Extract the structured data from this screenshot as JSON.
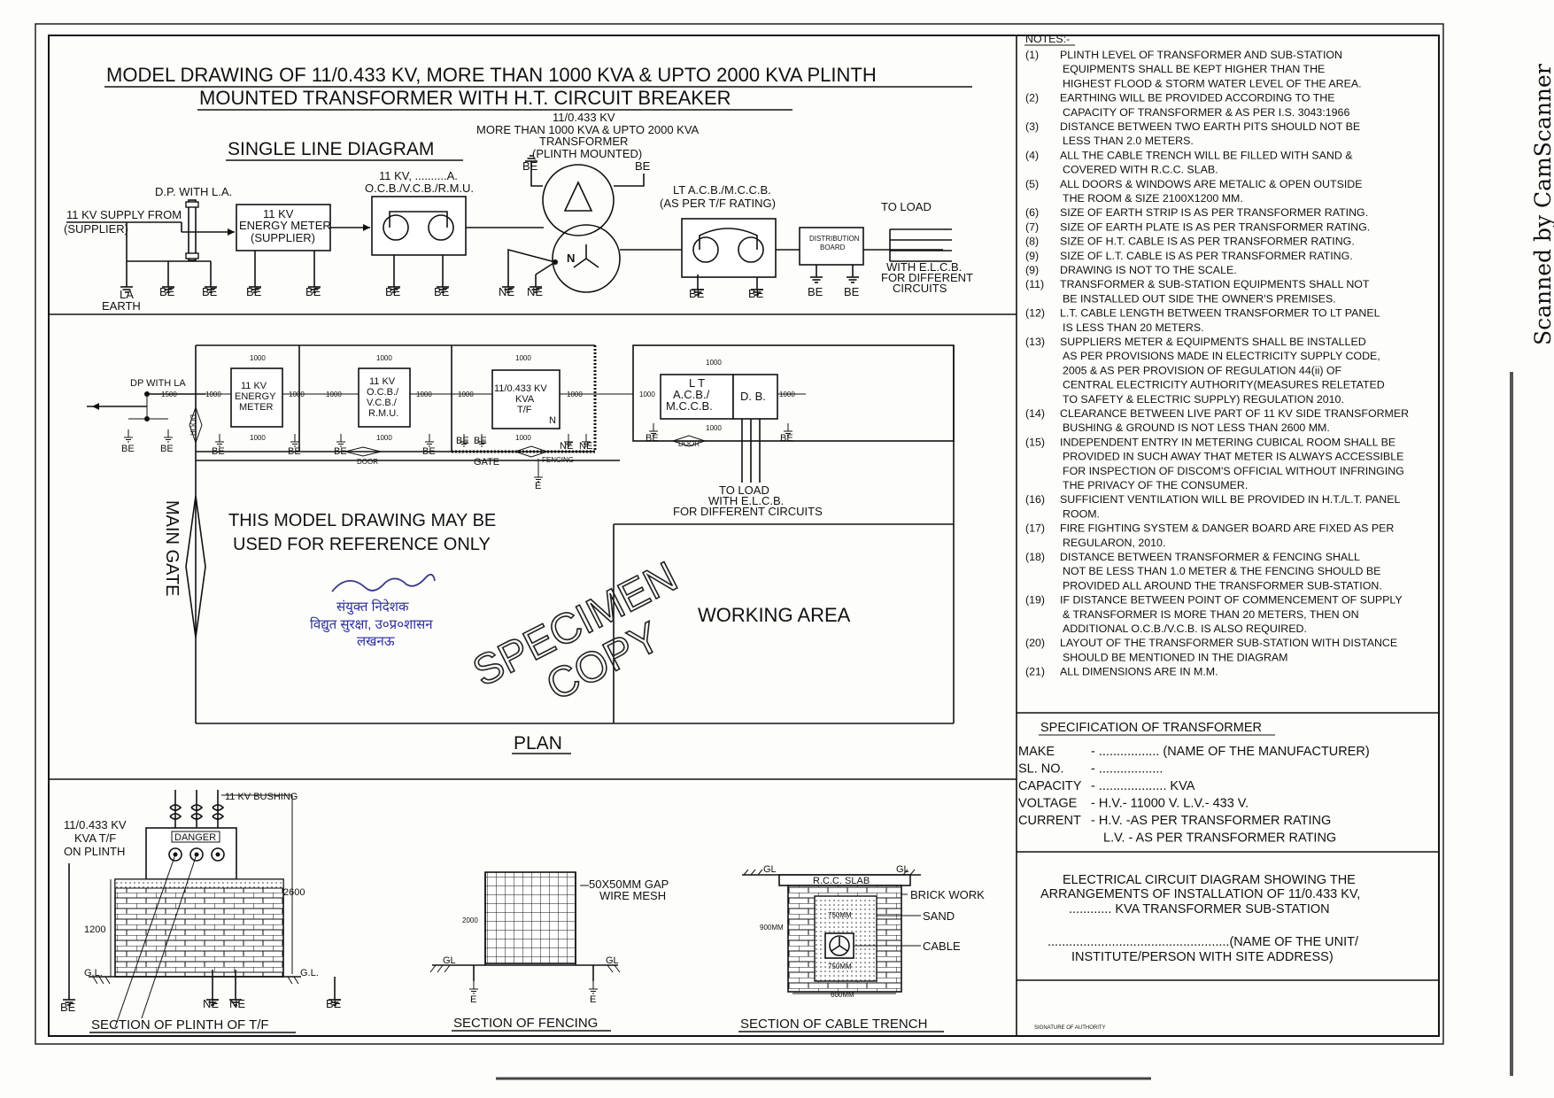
{
  "title": {
    "line1": "MODEL DRAWING OF 11/0.433 KV, MORE THAN 1000 KVA & UPTO 2000 KVA PLINTH",
    "line2": "MOUNTED TRANSFORMER WITH H.T. CIRCUIT BREAKER"
  },
  "sld": {
    "heading": "SINGLE LINE DIAGRAM",
    "supply1": "11 KV SUPPLY FROM",
    "supply2": "(SUPPLIER)",
    "dp": "D.P. WITH L.A.",
    "meter1": "11 KV",
    "meter2": "ENERGY METER",
    "meter3": "(SUPPLIER)",
    "ocb": "11 KV, ..........A.",
    "ocb2": "O.C.B./V.C.B./R.M.U.",
    "tf1": "11/0.433 KV",
    "tf2": "MORE THAN 1000 KVA & UPTO 2000 KVA",
    "tf3": "TRANSFORMER",
    "tf4": "(PLINTH MOUNTED)",
    "acb1": "LT A.C.B./M.C.C.B.",
    "acb2": "(AS PER T/F RATING)",
    "db1": "DISTRIBUTION",
    "db2": "BOARD",
    "toload": "TO LOAD",
    "elcb1": "WITH E.L.C.B.",
    "elcb2": "FOR DIFFERENT",
    "elcb3": "CIRCUITS",
    "la": "LA",
    "earth": "EARTH",
    "be": "BE",
    "ne": "NE",
    "n": "N"
  },
  "plan": {
    "heading": "PLAN",
    "dp": "DP WITH LA",
    "d1000": "1000",
    "d1500": "1500",
    "meter1": "11 KV",
    "meter2": "ENERGY",
    "meter3": "METER",
    "ocb1": "11 KV",
    "ocb2": "O.C.B./",
    "ocb3": "V.C.B./",
    "ocb4": "R.M.U.",
    "tf1": "11/0.433 KV",
    "tf2": "KVA",
    "tf3": "T/F",
    "lt1": "L T",
    "lt2": "A.C.B./",
    "lt3": "M.C.C.B.",
    "db": "D. B.",
    "gate": "GATE",
    "fencing": "FENCING",
    "door": "DOOR",
    "e": "E",
    "toload1": "TO LOAD",
    "toload2": "WITH E.L.C.B.",
    "toload3": "FOR DIFFERENT CIRCUITS",
    "ref1": "THIS MODEL DRAWING MAY BE",
    "ref2": "USED FOR REFERENCE ONLY",
    "maingate": "MAIN GATE",
    "working": "WORKING  AREA",
    "specimen1": "SPECIMEN",
    "specimen2": "COPY",
    "stamp1": "संयुक्त निदेशक",
    "stamp2": "विद्युत सुरक्षा, उ०प्र०शासन",
    "stamp3": "लखनऊ"
  },
  "sections": {
    "plinth_title": "SECTION  OF  PLINTH OF T/F",
    "plinth_l1": "11/0.433 KV",
    "plinth_l2": "KVA T/F",
    "plinth_l3": "ON PLINTH",
    "bushing": "11 KV BUSHING",
    "danger": "DANGER",
    "d2600": "2600",
    "d1200": "1200",
    "gl": "G.L.",
    "gl2": "G.L",
    "fencing_title": "SECTION OF FENCING",
    "mesh1": "50X50MM GAP",
    "mesh2": "WIRE MESH",
    "d2000": "2000",
    "gl3": "GL",
    "trench_title": "SECTION OF CABLE TRENCH",
    "rcc": "R.C.C. SLAB",
    "brick": "BRICK WORK",
    "sand": "SAND",
    "cable": "CABLE",
    "d750": "750MM",
    "d900": "900MM",
    "d600": "600MM"
  },
  "notes": {
    "heading": "NOTES:-",
    "items": [
      {
        "n": "(1)",
        "l": [
          "PLINTH LEVEL OF TRANSFORMER AND SUB-STATION",
          "EQUIPMENTS SHALL BE KEPT HIGHER THAN THE",
          "HIGHEST FLOOD & STORM WATER LEVEL OF THE AREA."
        ]
      },
      {
        "n": "(2)",
        "l": [
          "EARTHING WILL BE PROVIDED ACCORDING TO THE",
          "CAPACITY OF TRANSFORMER & AS PER I.S. 3043:1966"
        ]
      },
      {
        "n": "(3)",
        "l": [
          "DISTANCE BETWEEN TWO EARTH PITS SHOULD NOT BE",
          "LESS THAN 2.0 METERS."
        ]
      },
      {
        "n": "(4)",
        "l": [
          "ALL THE CABLE TRENCH WILL BE FILLED WITH SAND &",
          "COVERED WITH R.C.C. SLAB."
        ]
      },
      {
        "n": "(5)",
        "l": [
          "ALL DOORS & WINDOWS ARE METALIC & OPEN OUTSIDE",
          "THE ROOM & SIZE 2100X1200 MM."
        ]
      },
      {
        "n": "(6)",
        "l": [
          "SIZE OF EARTH STRIP IS AS PER TRANSFORMER RATING."
        ]
      },
      {
        "n": "(7)",
        "l": [
          "SIZE OF EARTH PLATE IS AS PER TRANSFORMER RATING."
        ]
      },
      {
        "n": "(8)",
        "l": [
          "SIZE OF H.T. CABLE IS AS PER TRANSFORMER RATING."
        ]
      },
      {
        "n": "(9)",
        "l": [
          "SIZE OF L.T. CABLE IS AS PER TRANSFORMER RATING."
        ]
      },
      {
        "n": "(9)",
        "l": [
          "DRAWING IS NOT TO THE SCALE."
        ]
      },
      {
        "n": "(11)",
        "l": [
          "TRANSFORMER & SUB-STATION EQUIPMENTS SHALL NOT",
          "BE  INSTALLED OUT SIDE THE OWNER'S PREMISES."
        ]
      },
      {
        "n": "(12)",
        "l": [
          "L.T. CABLE LENGTH BETWEEN TRANSFORMER TO LT PANEL",
          "IS LESS THAN 20 METERS."
        ]
      },
      {
        "n": "(13)",
        "l": [
          "SUPPLIERS METER & EQUIPMENTS SHALL BE INSTALLED",
          "AS PER PROVISIONS MADE IN ELECTRICITY SUPPLY CODE,",
          "2005 & AS PER PROVISION OF REGULATION 44(ii) OF",
          "CENTRAL ELECTRICITY AUTHORITY(MEASURES RELETATED",
          "TO SAFETY & ELECTRIC SUPPLY) REGULATION 2010."
        ]
      },
      {
        "n": "(14)",
        "l": [
          "CLEARANCE BETWEEN LIVE PART OF 11 KV SIDE TRANSFORMER",
          "BUSHING & GROUND IS NOT LESS THAN 2600 MM."
        ]
      },
      {
        "n": "(15)",
        "l": [
          "INDEPENDENT ENTRY IN METERING CUBICAL ROOM SHALL BE",
          "PROVIDED IN SUCH AWAY THAT METER IS ALWAYS ACCESSIBLE",
          "FOR INSPECTION OF DISCOM'S OFFICIAL WITHOUT INFRINGING",
          "THE PRIVACY OF THE CONSUMER."
        ]
      },
      {
        "n": "(16)",
        "l": [
          "SUFFICIENT VENTILATION WILL BE PROVIDED IN H.T./L.T. PANEL",
          "ROOM."
        ]
      },
      {
        "n": "(17)",
        "l": [
          "FIRE FIGHTING SYSTEM & DANGER BOARD ARE FIXED AS PER",
          "REGULARON, 2010."
        ]
      },
      {
        "n": "(18)",
        "l": [
          "DISTANCE BETWEEN TRANSFORMER & FENCING SHALL",
          "NOT BE LESS THAN 1.0 METER & THE FENCING SHOULD BE",
          "PROVIDED ALL AROUND THE TRANSFORMER SUB-STATION."
        ]
      },
      {
        "n": "(19)",
        "l": [
          "IF DISTANCE BETWEEN POINT OF COMMENCEMENT OF SUPPLY",
          "& TRANSFORMER IS MORE THAN 20 METERS, THEN  ON",
          "ADDITIONAL O.C.B./V.C.B. IS ALSO REQUIRED."
        ]
      },
      {
        "n": "(20)",
        "l": [
          "LAYOUT OF THE TRANSFORMER SUB-STATION WITH DISTANCE",
          "SHOULD BE MENTIONED IN THE DIAGRAM"
        ]
      },
      {
        "n": "(21)",
        "l": [
          "ALL DIMENSIONS ARE IN M.M."
        ]
      }
    ]
  },
  "spec": {
    "heading": "SPECIFICATION OF TRANSFORMER",
    "rows": [
      {
        "k": "MAKE",
        "v": "- .................  (NAME OF THE MANUFACTURER)"
      },
      {
        "k": "SL. NO.",
        "v": "- .................."
      },
      {
        "k": "CAPACITY",
        "v": "- ................... KVA"
      },
      {
        "k": "VOLTAGE",
        "v": "- H.V.- 11000 V.  L.V.- 433 V."
      },
      {
        "k": "CURRENT",
        "v": "- H.V. -AS PER TRANSFORMER RATING"
      }
    ],
    "current2": "L.V. - AS PER TRANSFORMER RATING"
  },
  "circuit": {
    "l1": "ELECTRICAL CIRCUIT DIAGRAM SHOWING THE",
    "l2": "ARRANGEMENTS OF INSTALLATION OF 11/0.433 KV,",
    "l3": "............ KVA TRANSFORMER SUB-STATION",
    "l4": "...................................................(NAME OF THE UNIT/",
    "l5": "INSTITUTE/PERSON WITH SITE ADDRESS)",
    "sig": "SIGNATURE OF AUTHORITY"
  },
  "scanned": "Scanned by CamScanner"
}
